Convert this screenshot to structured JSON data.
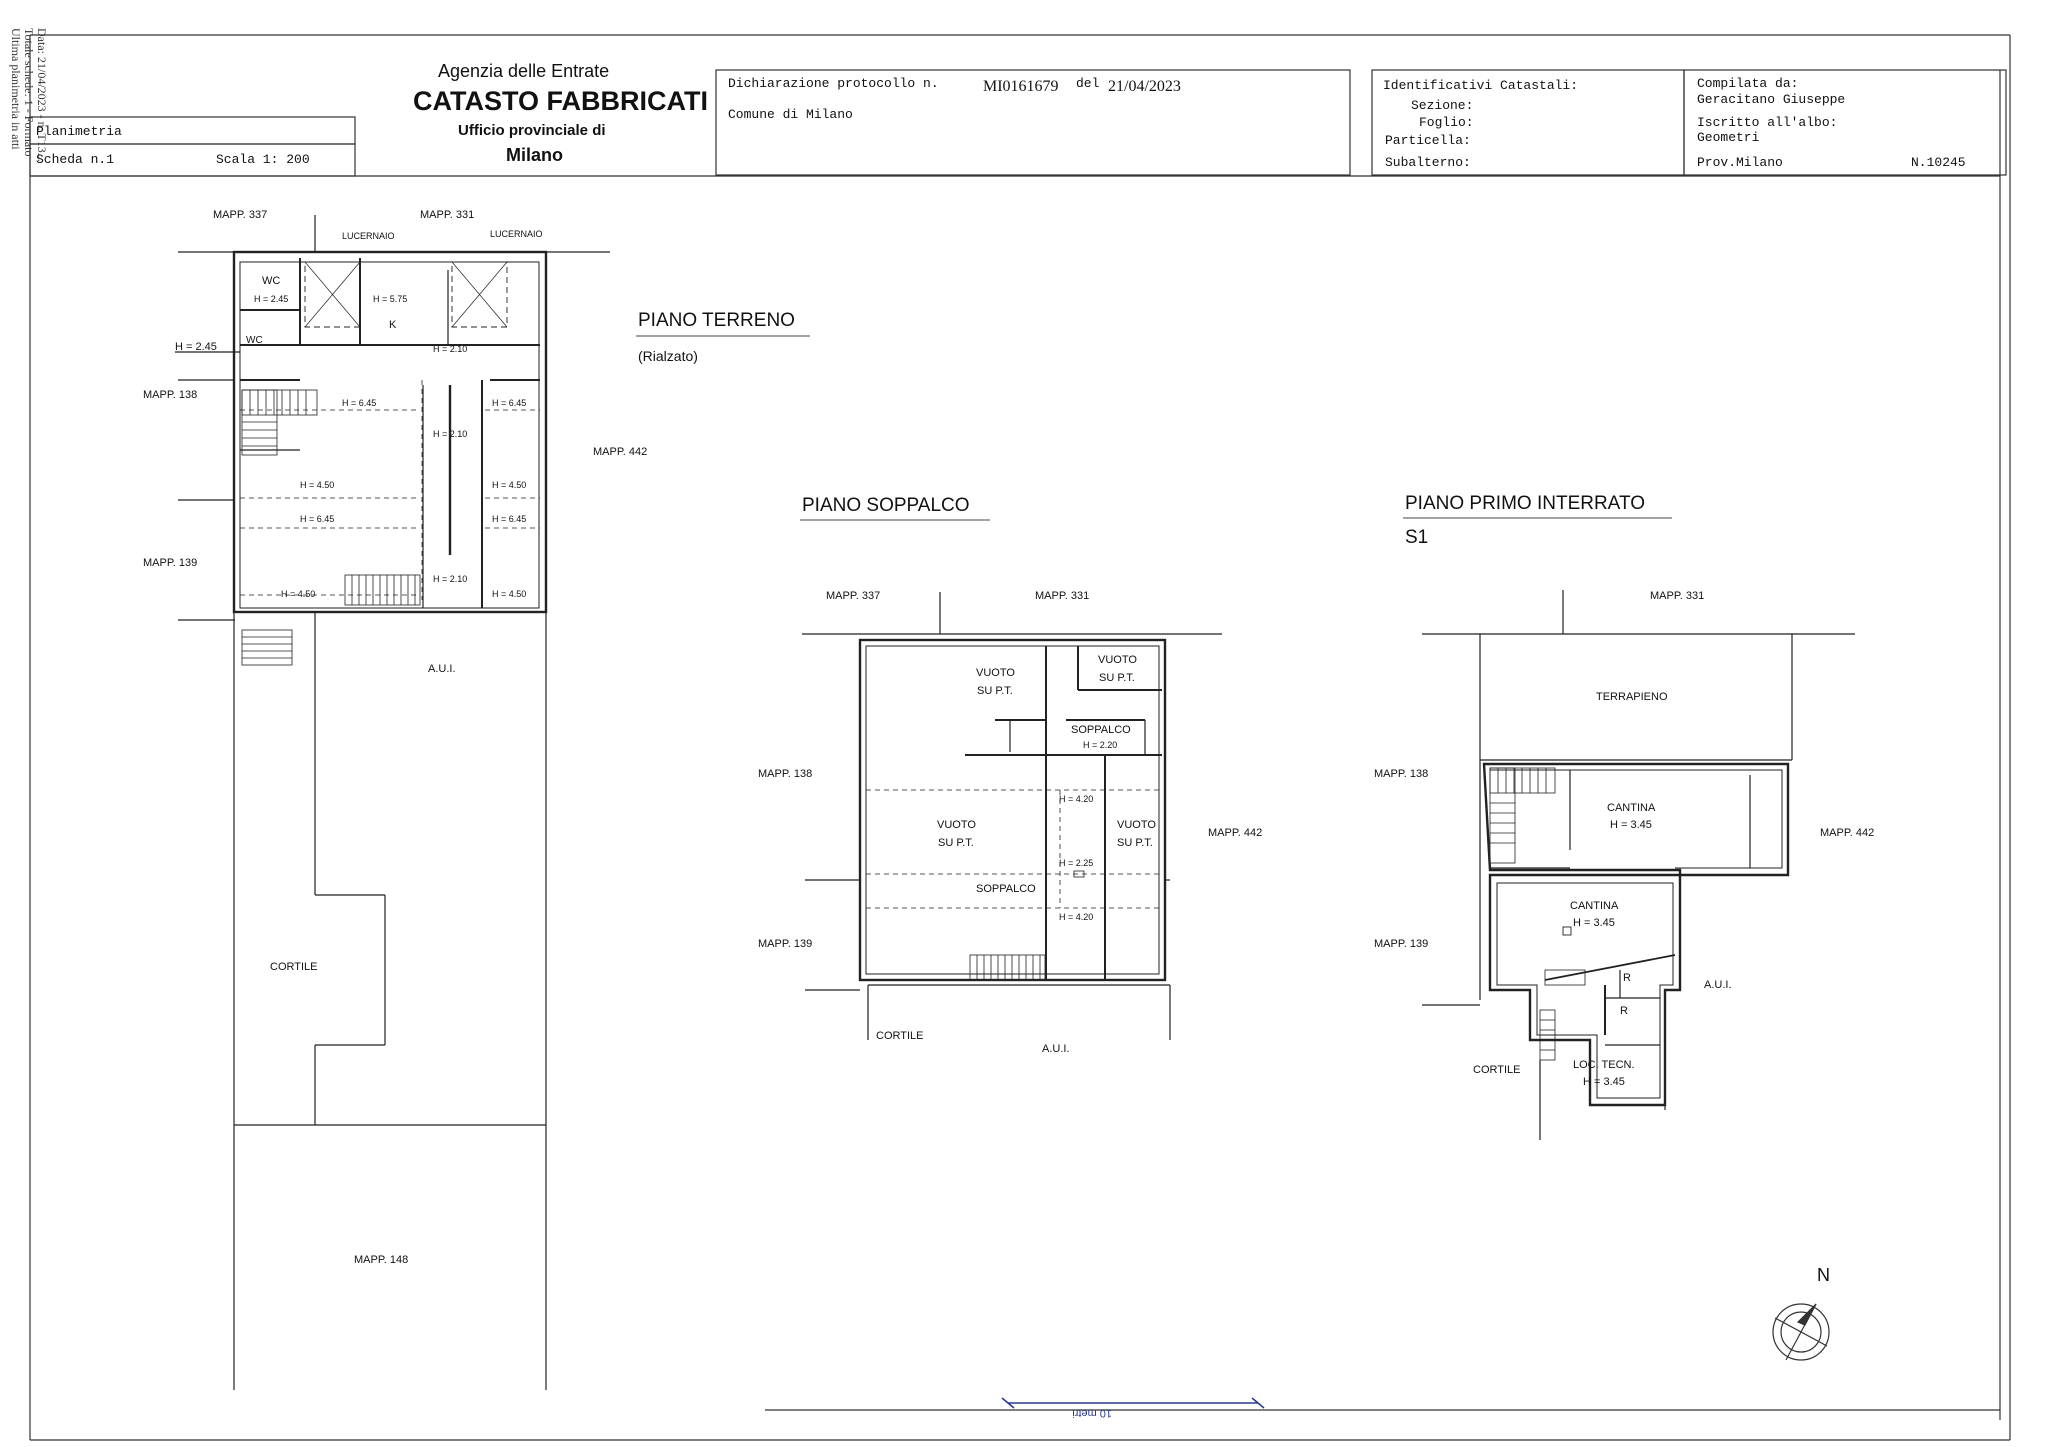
{
  "side_note": {
    "line1": "Data: 21/04/2023 - n. T13...",
    "line2": "Totale schede: 1 - Formato",
    "line3": "Ultima planimetria in atti"
  },
  "header": {
    "doc_type": "Planimetria",
    "scheda": "Scheda n.1",
    "scala": "Scala 1: 200",
    "agency": "Agenzia delle Entrate",
    "catasto": "CATASTO FABBRICATI",
    "ufficio": "Ufficio provinciale di",
    "city": "Milano",
    "protocollo_label": "Dichiarazione protocollo n.",
    "protocollo_value": "MI0161679",
    "del_label": "del",
    "del_value": "21/04/2023",
    "comune": "Comune di Milano",
    "ident_title": "Identificativi Catastali:",
    "sezione": "Sezione:",
    "foglio": "Foglio:",
    "particella": "Particella:",
    "subalterno": "Subalterno:",
    "compilata_label": "Compilata da:",
    "compilata_value": "Geracitano Giuseppe",
    "iscritto_label": "Iscritto all'albo:",
    "iscritto_value": "Geometri",
    "prov": "Prov.Milano",
    "numero": "N.10245"
  },
  "terreno": {
    "title": "PIANO TERRENO",
    "subtitle": "(Rialzato)",
    "mapp337": "MAPP. 337",
    "mapp331": "MAPP. 331",
    "mapp138": "MAPP. 138",
    "mapp139": "MAPP. 139",
    "mapp442": "MAPP. 442",
    "mapp148": "MAPP.  148",
    "lucernaio1": "LUCERNAIO",
    "lucernaio2": "LUCERNAIO",
    "wc1": "WC",
    "wc2": "WC",
    "k": "K",
    "h_245_out": "H = 2.45",
    "h_245": "H = 2.45",
    "h_575": "H = 5.75",
    "h_210a": "H = 2.10",
    "h_210b": "H = 2.10",
    "h_210c": "H = 2.10",
    "h_645a": "H = 6.45",
    "h_645b": "H = 6.45",
    "h_645c": "H = 6.45",
    "h_645d": "H = 6.45",
    "h_450a": "H = 4.50",
    "h_450b": "H = 4.50",
    "h_450c": "H = 4.50",
    "h_450d": "H = 4.50",
    "aui": "A.U.I.",
    "cortile": "CORTILE"
  },
  "soppalco": {
    "title": "PIANO SOPPALCO",
    "mapp337": "MAPP. 337",
    "mapp331": "MAPP. 331",
    "mapp138": "MAPP. 138",
    "mapp139": "MAPP. 139",
    "mapp442": "MAPP. 442",
    "vuoto_a1": "VUOTO",
    "vuoto_a2": "SU P.T.",
    "vuoto_b1": "VUOTO",
    "vuoto_b2": "SU P.T.",
    "vuoto_c1": "VUOTO",
    "vuoto_c2": "SU P.T.",
    "vuoto_d1": "VUOTO",
    "vuoto_d2": "SU P.T.",
    "soppalco1": "SOPPALCO",
    "h_220": "H = 2.20",
    "h_420a": "H = 4.20",
    "h_225": "H = 2.25",
    "soppalco2": "SOPPALCO",
    "h_420b": "H = 4.20",
    "cortile": "CORTILE",
    "aui": "A.U.I."
  },
  "interrato": {
    "title": "PIANO PRIMO INTERRATO",
    "subtitle": "S1",
    "mapp331": "MAPP. 331",
    "mapp138": "MAPP. 138",
    "mapp139": "MAPP. 139",
    "mapp442": "MAPP. 442",
    "terrapieno": "TERRAPIENO",
    "cantina1": "CANTINA",
    "cantina1_h": "H = 3.45",
    "cantina2": "CANTINA",
    "cantina2_h": "H = 3.45",
    "r1": "R",
    "r2": "R",
    "loc1": "LOC. TECN.",
    "loc2": "H = 3.45",
    "aui": "A.U.I.",
    "cortile": "CORTILE"
  },
  "north_label": "N",
  "scale_bar_label": "10 metri"
}
